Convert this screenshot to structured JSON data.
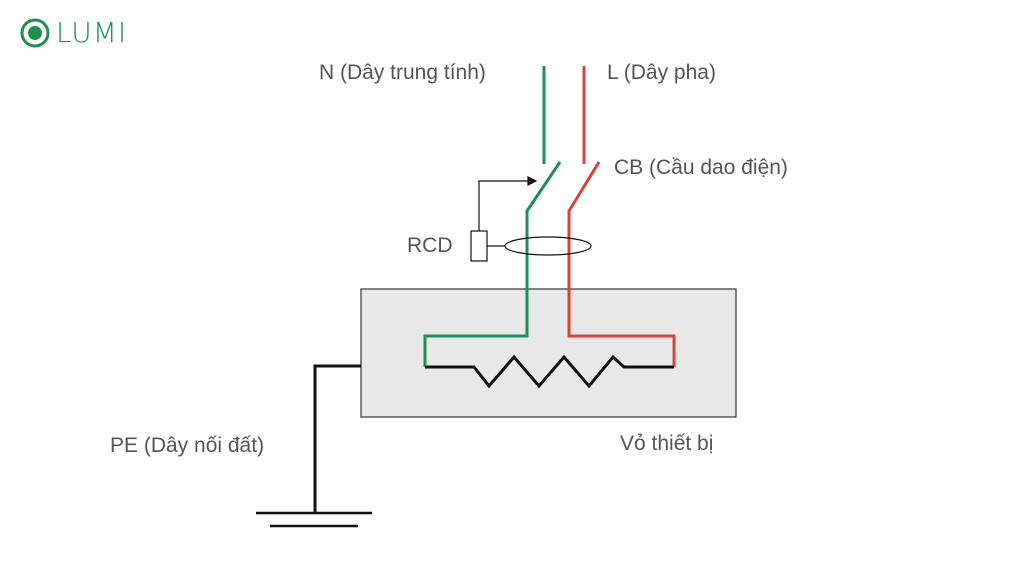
{
  "brand": {
    "name": "LUMI",
    "logo_icon": "lumi-logo-icon",
    "color": "#1f8f4e"
  },
  "labels": {
    "neutral": "N (Dây trung tính)",
    "phase": "L (Dây pha)",
    "breaker": "CB (Cầu dao điện)",
    "rcd": "RCD",
    "earth": "PE (Dây nối đất)",
    "casing": "Vỏ thiết bị"
  },
  "colors": {
    "neutral_wire": "#1f8f5a",
    "phase_wire": "#d9433a",
    "earth_wire": "#111111",
    "casing_fill": "#e8e8e8",
    "text": "#555555"
  }
}
